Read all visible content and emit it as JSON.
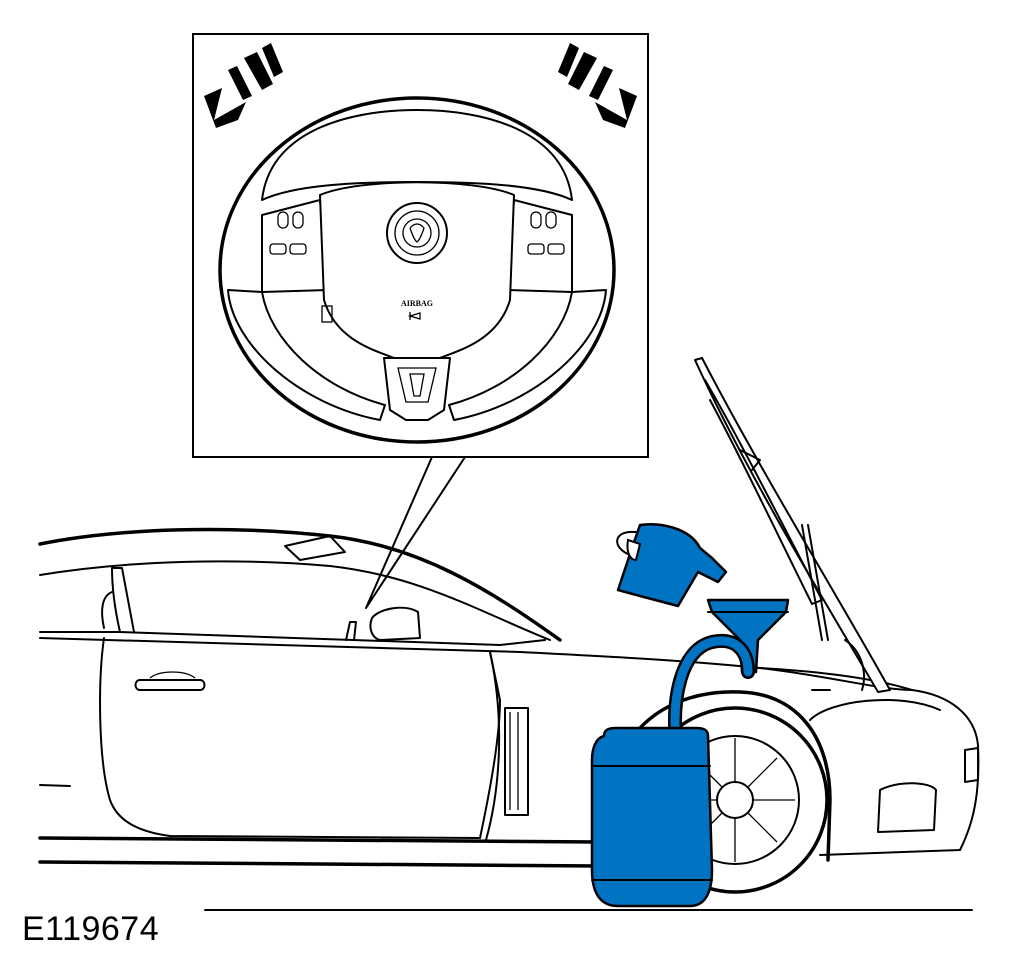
{
  "figure": {
    "id_label": "E119674",
    "airbag_label": "AIRBAG"
  },
  "colors": {
    "accent": "#0073c2",
    "line": "#000000",
    "background": "#ffffff"
  },
  "icons": [
    "arrow-left-icon",
    "arrow-right-icon",
    "steering-wheel",
    "jaguar-emblem",
    "horn-icon",
    "jug-icon",
    "funnel-icon",
    "container-icon"
  ]
}
